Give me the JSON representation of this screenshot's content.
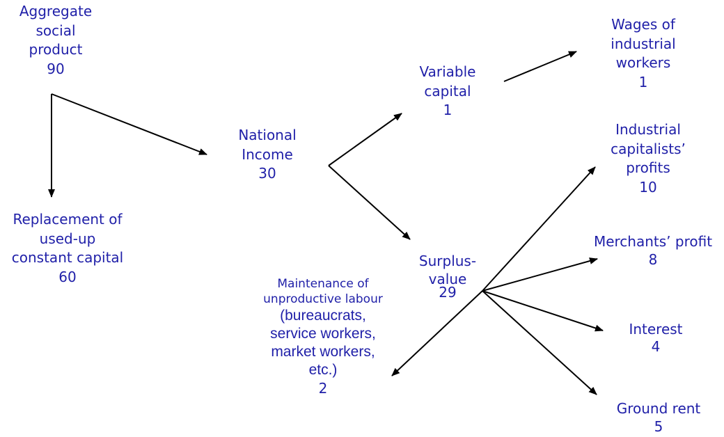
{
  "colors": {
    "text": "#1f1fa8",
    "arrow": "#000000",
    "background": "#ffffff"
  },
  "nodes": {
    "aggregate": {
      "lines": [
        "Aggregate",
        "social",
        "product"
      ],
      "value": "90"
    },
    "replacement": {
      "lines": [
        "Replacement of",
        "used-up",
        "constant capital"
      ],
      "value": "60"
    },
    "national_income": {
      "lines": [
        "National",
        "Income"
      ],
      "value": "30"
    },
    "variable_capital": {
      "lines": [
        "Variable",
        "capital"
      ],
      "value": "1"
    },
    "wages": {
      "lines": [
        "Wages of",
        "industrial",
        "workers"
      ],
      "value": "1"
    },
    "surplus_value": {
      "lines": [
        "Surplus-",
        "value"
      ],
      "value": "29"
    },
    "industrial_profits": {
      "lines": [
        "Industrial",
        "capitalists’",
        "profits"
      ],
      "value": "10"
    },
    "merchants_profit": {
      "lines": [
        "Merchants’ profit"
      ],
      "value": "8"
    },
    "interest": {
      "lines": [
        "Interest"
      ],
      "value": "4"
    },
    "ground_rent": {
      "lines": [
        "Ground rent"
      ],
      "value": "5"
    },
    "unproductive": {
      "title_lines": [
        "Maintenance of",
        "unproductive labour"
      ],
      "detail_lines": [
        "(bureaucrats,",
        "service workers,",
        "market workers,",
        "etc.)"
      ],
      "value": "2"
    }
  },
  "edges": [
    {
      "from": "aggregate",
      "to": "replacement"
    },
    {
      "from": "aggregate",
      "to": "national_income"
    },
    {
      "from": "national_income",
      "to": "variable_capital"
    },
    {
      "from": "national_income",
      "to": "surplus_value"
    },
    {
      "from": "variable_capital",
      "to": "wages"
    },
    {
      "from": "surplus_value",
      "to": "industrial_profits"
    },
    {
      "from": "surplus_value",
      "to": "merchants_profit"
    },
    {
      "from": "surplus_value",
      "to": "interest"
    },
    {
      "from": "surplus_value",
      "to": "ground_rent"
    },
    {
      "from": "surplus_value",
      "to": "unproductive"
    }
  ]
}
